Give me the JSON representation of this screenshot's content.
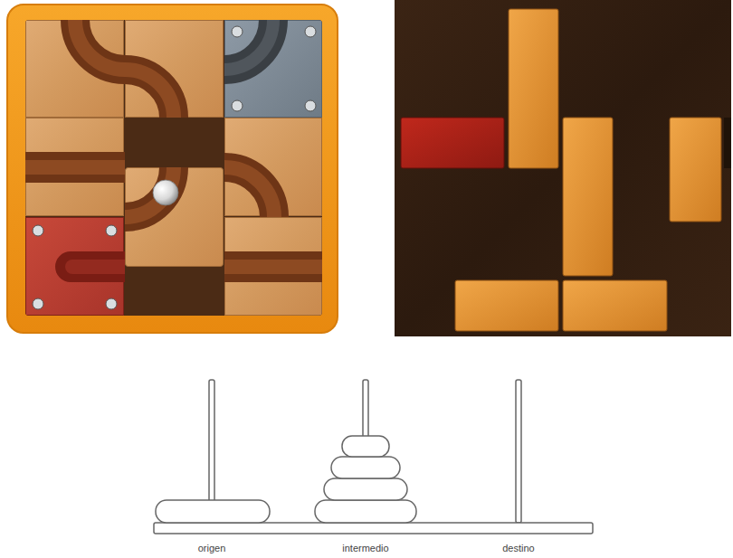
{
  "diagram": {
    "labels": [
      "origen",
      "intermedio",
      "destino"
    ]
  }
}
